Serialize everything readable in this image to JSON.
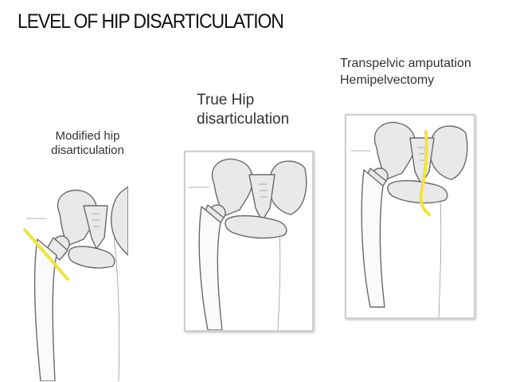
{
  "slide": {
    "title": "LEVEL OF HIP DISARTICULATION"
  },
  "levels": [
    {
      "lines": [
        "Modified hip",
        "disarticulation"
      ]
    },
    {
      "lines": [
        "True Hip",
        "disarticulation"
      ]
    },
    {
      "lines": [
        "Transpelvic amputation",
        "Hemipelvectomy"
      ]
    }
  ],
  "colors": {
    "bone_outline": "#6a6a6a",
    "bone_fill": "#e9e9e9",
    "cut_line": "#f0e442",
    "frame": "#cfcfcf"
  }
}
